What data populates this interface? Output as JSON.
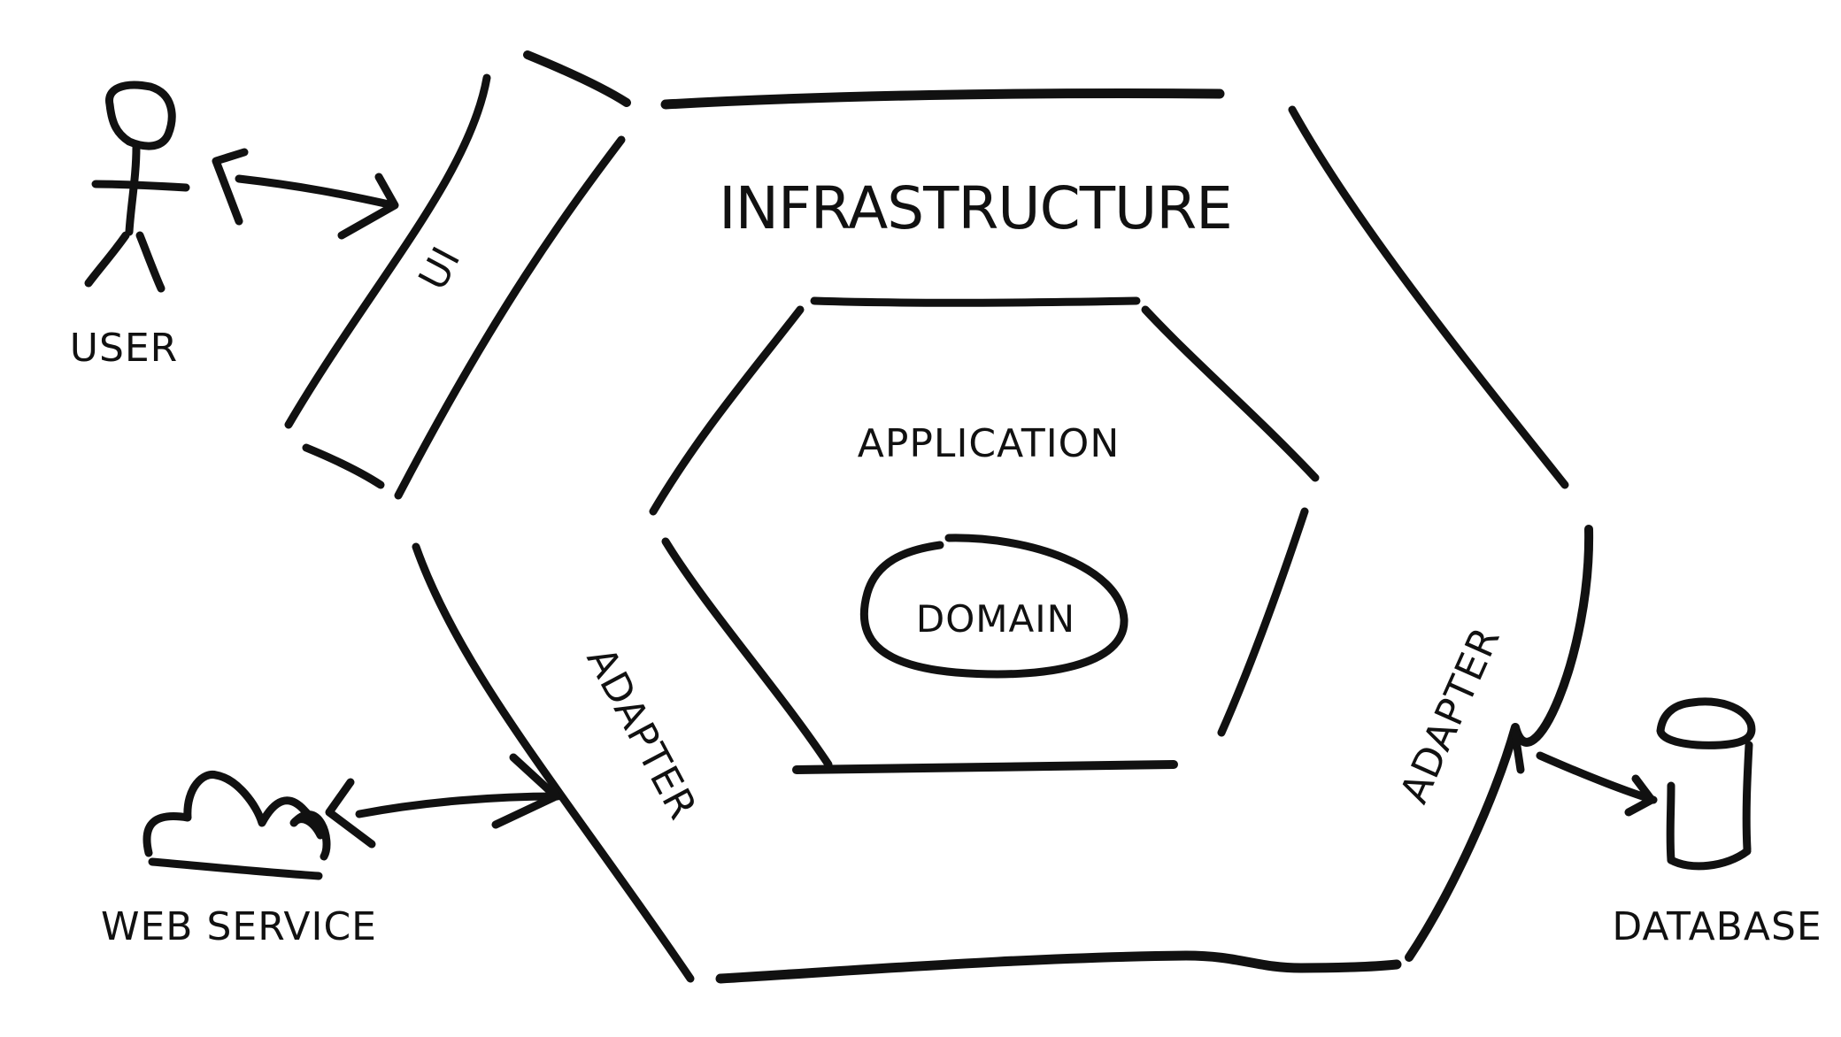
{
  "labels": {
    "infrastructure": "INFRASTRUCTURE",
    "application": "APPLICATION",
    "domain": "DOMAIN",
    "ui": "UI",
    "adapter_left": "ADAPTER",
    "adapter_right": "ADAPTER",
    "user": "USER",
    "web_service": "WEB SERVICE",
    "database": "DATABASE"
  },
  "icons": {
    "user": "stick-figure-icon",
    "web_service": "cloud-icon",
    "database": "cylinder-icon"
  },
  "colors": {
    "ink": "#111111",
    "background": "#ffffff"
  }
}
